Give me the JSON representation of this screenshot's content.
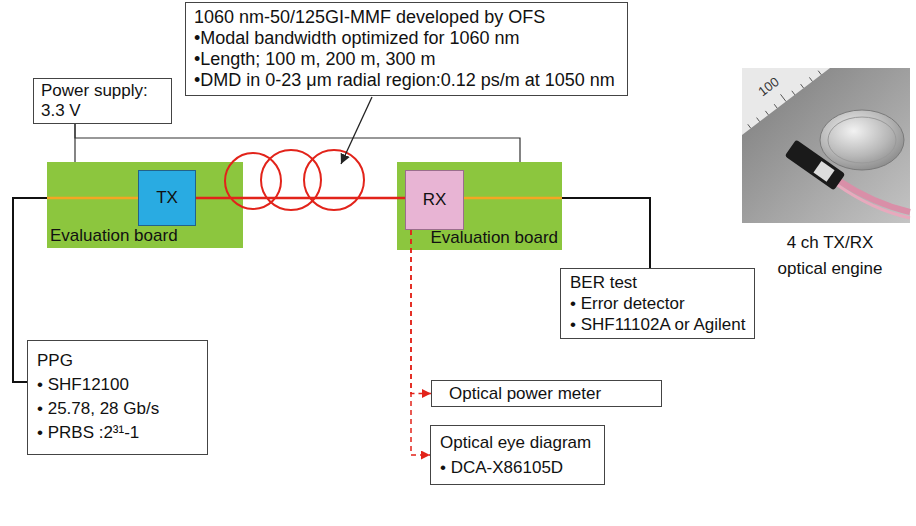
{
  "diagram": {
    "nodes": [
      {
        "text": [
          "1060 nm-50/125GI-MMF developed by OFS",
          "•Modal bandwidth optimized for 1060 nm",
          "•Length; 100 m, 200 m, 300 m",
          "•DMD in 0-23 μm radial region:0.12 ps/m at 1050 nm"
        ]
      },
      {
        "text": [
          "Power supply: 3.3 V"
        ]
      },
      {
        "text": [
          "Evaluation board"
        ]
      },
      {
        "text": [
          "TX"
        ],
        "in": 2
      },
      {
        "text": [
          "Evaluation board"
        ]
      },
      {
        "text": [
          "RX"
        ],
        "in": 4
      },
      {
        "text": [
          "PPG",
          "• SHF12100",
          "• 25.78, 28 Gb/s",
          "• PRBS :2³¹-1"
        ]
      },
      {
        "text": [
          "BER test",
          "• Error detector",
          "• SHF11102A or Agilent"
        ]
      },
      {
        "text": [
          "Optical power meter"
        ]
      },
      {
        "text": [
          "Optical eye diagram",
          "• DCA-X86105D"
        ]
      }
    ],
    "edges": [
      {
        "from": 1,
        "to": 2,
        "arrow": "none"
      },
      {
        "from": 1,
        "to": 4,
        "arrow": "none"
      },
      {
        "from": 3,
        "to": 5,
        "arrow": "none"
      },
      {
        "from": 2,
        "to": 6,
        "arrow": "none"
      },
      {
        "from": 4,
        "to": 7,
        "arrow": "none"
      },
      {
        "from": 5,
        "to": 8,
        "arrow": "to"
      },
      {
        "from": 5,
        "to": 9,
        "arrow": "to"
      }
    ],
    "labels": [
      "4 ch TX/RX optical engine",
      "100"
    ]
  }
}
